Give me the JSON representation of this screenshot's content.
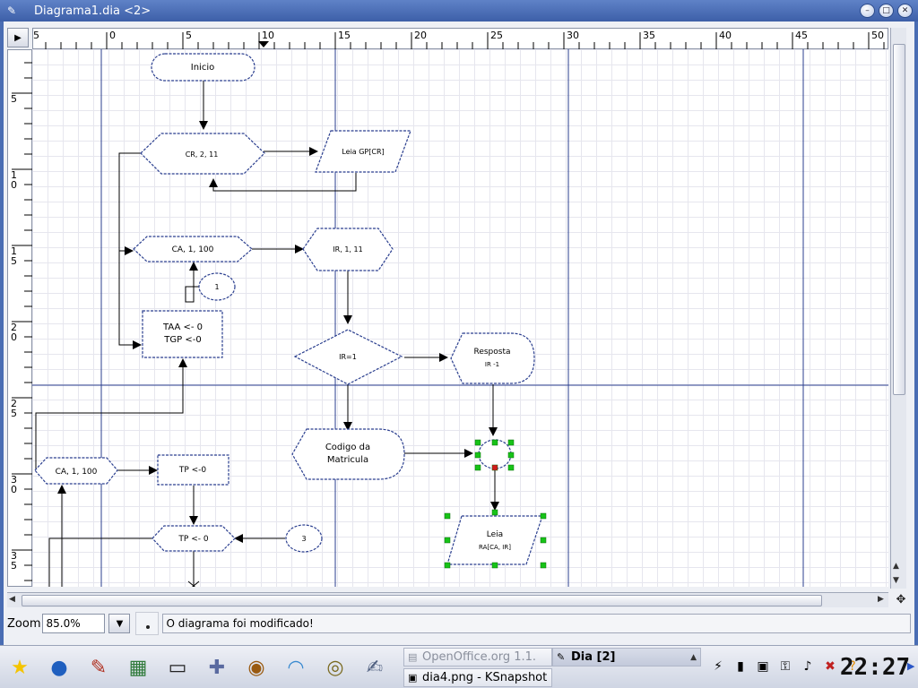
{
  "window": {
    "title": "Diagrama1.dia <2>",
    "buttons": {
      "minimize": "–",
      "maximize": "□",
      "close": "✕"
    }
  },
  "rulers": {
    "h_labels": [
      "5",
      "0",
      "5",
      "10",
      "15",
      "20",
      "25",
      "30",
      "35",
      "40",
      "45",
      "50"
    ],
    "v_labels": [
      "5",
      "1\n0",
      "1\n5",
      "2\n0",
      "2\n5",
      "3\n0",
      "3\n5"
    ]
  },
  "diagram": {
    "shapes": [
      {
        "name": "inicio-terminal",
        "lines": [
          "Inicio"
        ]
      },
      {
        "name": "cr-prep",
        "lines": [
          "CR, 2, 11"
        ]
      },
      {
        "name": "leia-gp-io",
        "lines": [
          "Leia GP[CR]"
        ]
      },
      {
        "name": "ca-prep-1",
        "lines": [
          "CA, 1, 100"
        ]
      },
      {
        "name": "ir-prep",
        "lines": [
          "IR, 1, 11"
        ]
      },
      {
        "name": "connector-1",
        "lines": [
          "1"
        ]
      },
      {
        "name": "taa-process",
        "lines": [
          "TAA <- 0",
          "TGP <-0"
        ]
      },
      {
        "name": "ir-decision",
        "lines": [
          "IR=1"
        ]
      },
      {
        "name": "resposta-display",
        "lines": [
          "Resposta",
          "IR -1"
        ]
      },
      {
        "name": "codigo-display",
        "lines": [
          "Codigo da",
          "Matricula"
        ]
      },
      {
        "name": "ca-prep-2",
        "lines": [
          "CA, 1, 100"
        ]
      },
      {
        "name": "tp-process",
        "lines": [
          "TP <-0"
        ]
      },
      {
        "name": "tp-prep",
        "lines": [
          "TP <- 0"
        ]
      },
      {
        "name": "connector-3",
        "lines": [
          "3"
        ]
      },
      {
        "name": "leia-ra-io",
        "lines": [
          "Leia",
          "RA[CA, IR]"
        ]
      }
    ]
  },
  "statusbar": {
    "zoom_label": "Zoom",
    "zoom_value": "85.0%",
    "message": "O diagrama foi modificado!"
  },
  "taskbar": {
    "launchers": [
      {
        "name": "kmenu-star-icon",
        "glyph": "★",
        "color": "#f4c400"
      },
      {
        "name": "browser-globe-icon",
        "glyph": "●",
        "color": "#1f5fbf"
      },
      {
        "name": "dia-app-icon",
        "glyph": "✎",
        "color": "#b03020"
      },
      {
        "name": "calendar-icon",
        "glyph": "▦",
        "color": "#2f7a3a"
      },
      {
        "name": "terminal-icon",
        "glyph": "▭",
        "color": "#222222"
      },
      {
        "name": "gamepad-icon",
        "glyph": "✚",
        "color": "#5a6aa0"
      },
      {
        "name": "media-icon",
        "glyph": "◉",
        "color": "#9a5a10"
      },
      {
        "name": "igloo-icon",
        "glyph": "◠",
        "color": "#3a8ad0"
      },
      {
        "name": "cd-burner-icon",
        "glyph": "◎",
        "color": "#7a6a20"
      },
      {
        "name": "editor-icon",
        "glyph": "✍",
        "color": "#506080"
      }
    ],
    "tasks": [
      {
        "label": "OpenOffice.org 1.1.",
        "state": "dim"
      },
      {
        "label": "Dia [2]",
        "state": "active"
      },
      {
        "label": "dia4.png - KSnapshot",
        "state": "normal"
      }
    ],
    "clock": "22:27"
  },
  "colors": {
    "shape_stroke": "#2b3f8f",
    "guide": "#2b3f8f",
    "handle": "#17c317",
    "handle_active": "#d11b1b"
  }
}
